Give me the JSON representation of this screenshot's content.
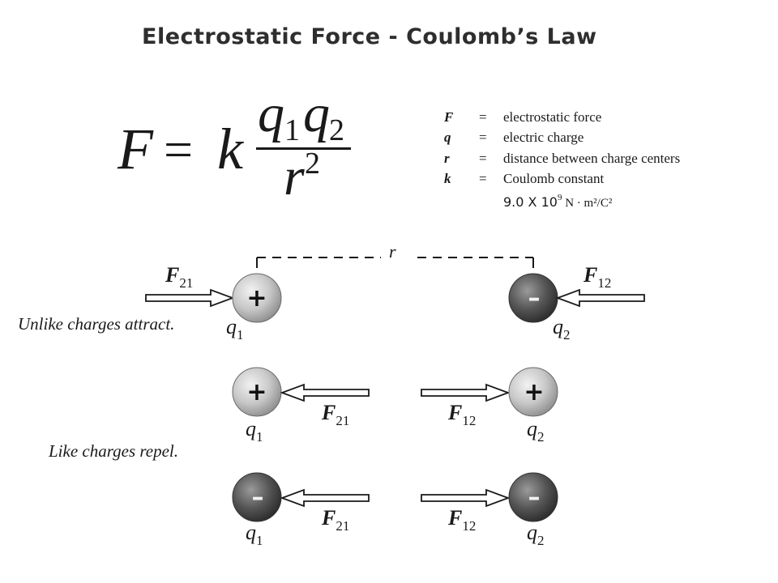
{
  "title": "Electrostatic Force - Coulomb’s Law",
  "formula": {
    "lhs": "F",
    "equals": "=",
    "k": "k",
    "q": "q",
    "sub1": "1",
    "sub2": "2",
    "r": "r",
    "exp": "2"
  },
  "legend": [
    {
      "symbol": "F",
      "eq": "=",
      "desc": "electrostatic force"
    },
    {
      "symbol": "q",
      "eq": "=",
      "desc": "electric charge"
    },
    {
      "symbol": "r",
      "eq": "=",
      "desc": "distance between charge centers"
    },
    {
      "symbol": "k",
      "eq": "=",
      "desc": "Coulomb constant"
    }
  ],
  "constant": {
    "base": "9.0 X 10",
    "exp": "9",
    "units": " N · m²/C²"
  },
  "diagram": {
    "distance_label": "r",
    "force_symbol": "F",
    "sub_21": "21",
    "sub_12": "12",
    "charge_symbol": "q",
    "q_sub1": "1",
    "q_sub2": "2",
    "plus_sign": "+",
    "minus_sign": "–",
    "unlike_caption": "Unlike charges attract.",
    "like_caption": "Like charges repel."
  },
  "colors": {
    "text": "#1a1a1a",
    "title": "#2e2e2e",
    "positive_charge": "#c8c8c8",
    "negative_charge": "#555555"
  }
}
